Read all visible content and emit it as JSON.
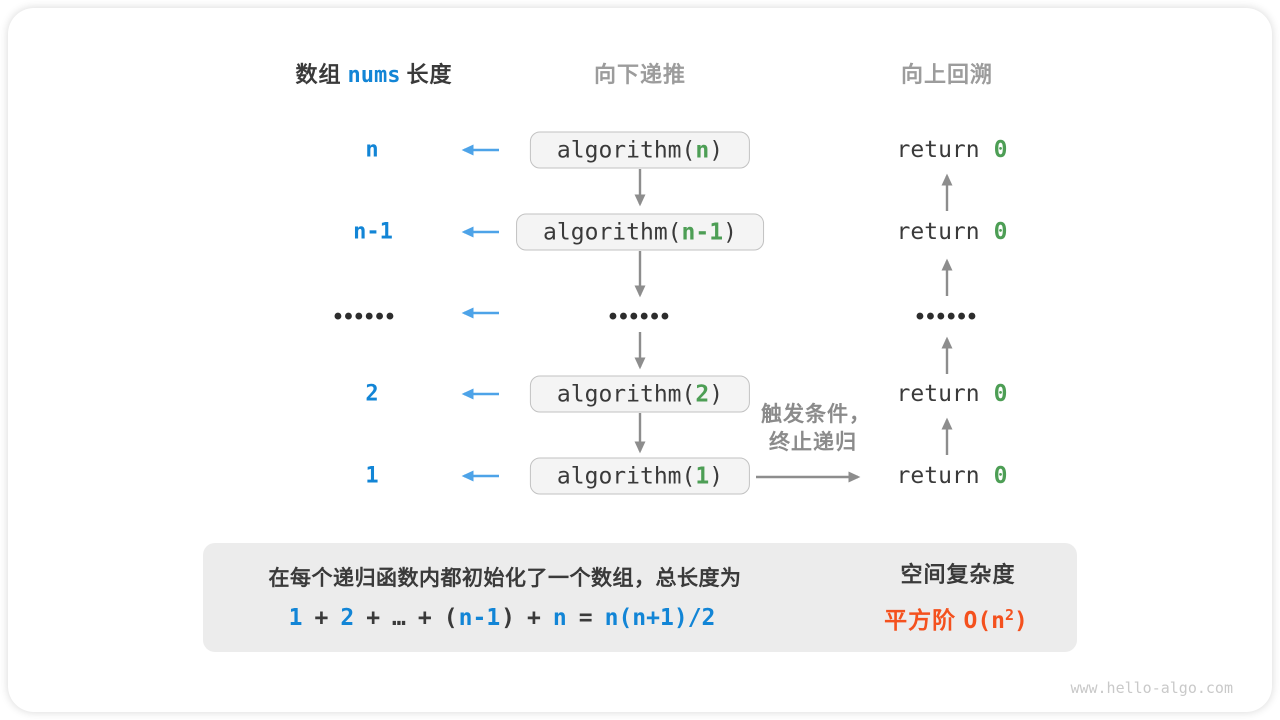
{
  "colors": {
    "accent_blue": "#1285d6",
    "arrow_blue": "#4da3e8",
    "code_green": "#4d9e55",
    "result_orange": "#f4511e",
    "arrow_gray": "#8d8d8d",
    "panel_bg": "#ececec"
  },
  "headers": {
    "left_prefix": "数组",
    "left_code": "nums",
    "left_suffix": "长度",
    "middle": "向下递推",
    "right": "向上回溯"
  },
  "rows": [
    {
      "length_label": "n",
      "call_prefix": "algorithm(",
      "call_param": "n",
      "call_suffix": ")",
      "return_keyword": "return",
      "return_value": "0"
    },
    {
      "length_label": "n-1",
      "call_prefix": "algorithm(",
      "call_param": "n-1",
      "call_suffix": ")",
      "return_keyword": "return",
      "return_value": "0"
    },
    {
      "length_label": "••••••",
      "ellipsis": "••••••",
      "return_ellipsis": "••••••"
    },
    {
      "length_label": "2",
      "call_prefix": "algorithm(",
      "call_param": "2",
      "call_suffix": ")",
      "return_keyword": "return",
      "return_value": "0"
    },
    {
      "length_label": "1",
      "call_prefix": "algorithm(",
      "call_param": "1",
      "call_suffix": ")",
      "return_keyword": "return",
      "return_value": "0"
    }
  ],
  "annotations": {
    "trigger_line1": "触发条件，",
    "trigger_line2": "终止递归"
  },
  "panel": {
    "description": "在每个递归函数内都初始化了一个数组，总长度为",
    "formula": [
      {
        "text": "1"
      },
      {
        "text": "+"
      },
      {
        "text": "2"
      },
      {
        "text": "+"
      },
      {
        "text": "…"
      },
      {
        "text": "+"
      },
      {
        "text": "("
      },
      {
        "text": "n-1"
      },
      {
        "text": ")"
      },
      {
        "text": "+"
      },
      {
        "text": "n"
      },
      {
        "text": "="
      },
      {
        "text": "n(n+1)/2"
      }
    ],
    "result_title": "空间复杂度",
    "result_prefix_cn": "平方阶",
    "result_code": "O(n",
    "result_exponent": "2",
    "result_close": ")"
  },
  "footer": {
    "watermark": "www.hello-algo.com"
  }
}
